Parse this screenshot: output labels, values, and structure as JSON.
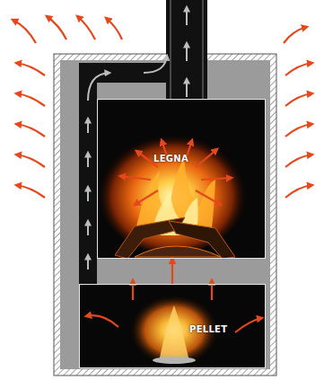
{
  "diagram": {
    "nodes": [
      {
        "text": [
          "LEGNA"
        ]
      },
      {
        "text": [
          "PELLET"
        ]
      }
    ],
    "edges": [
      {
        "from": 1,
        "to": 0,
        "arrow": "to"
      }
    ]
  }
}
